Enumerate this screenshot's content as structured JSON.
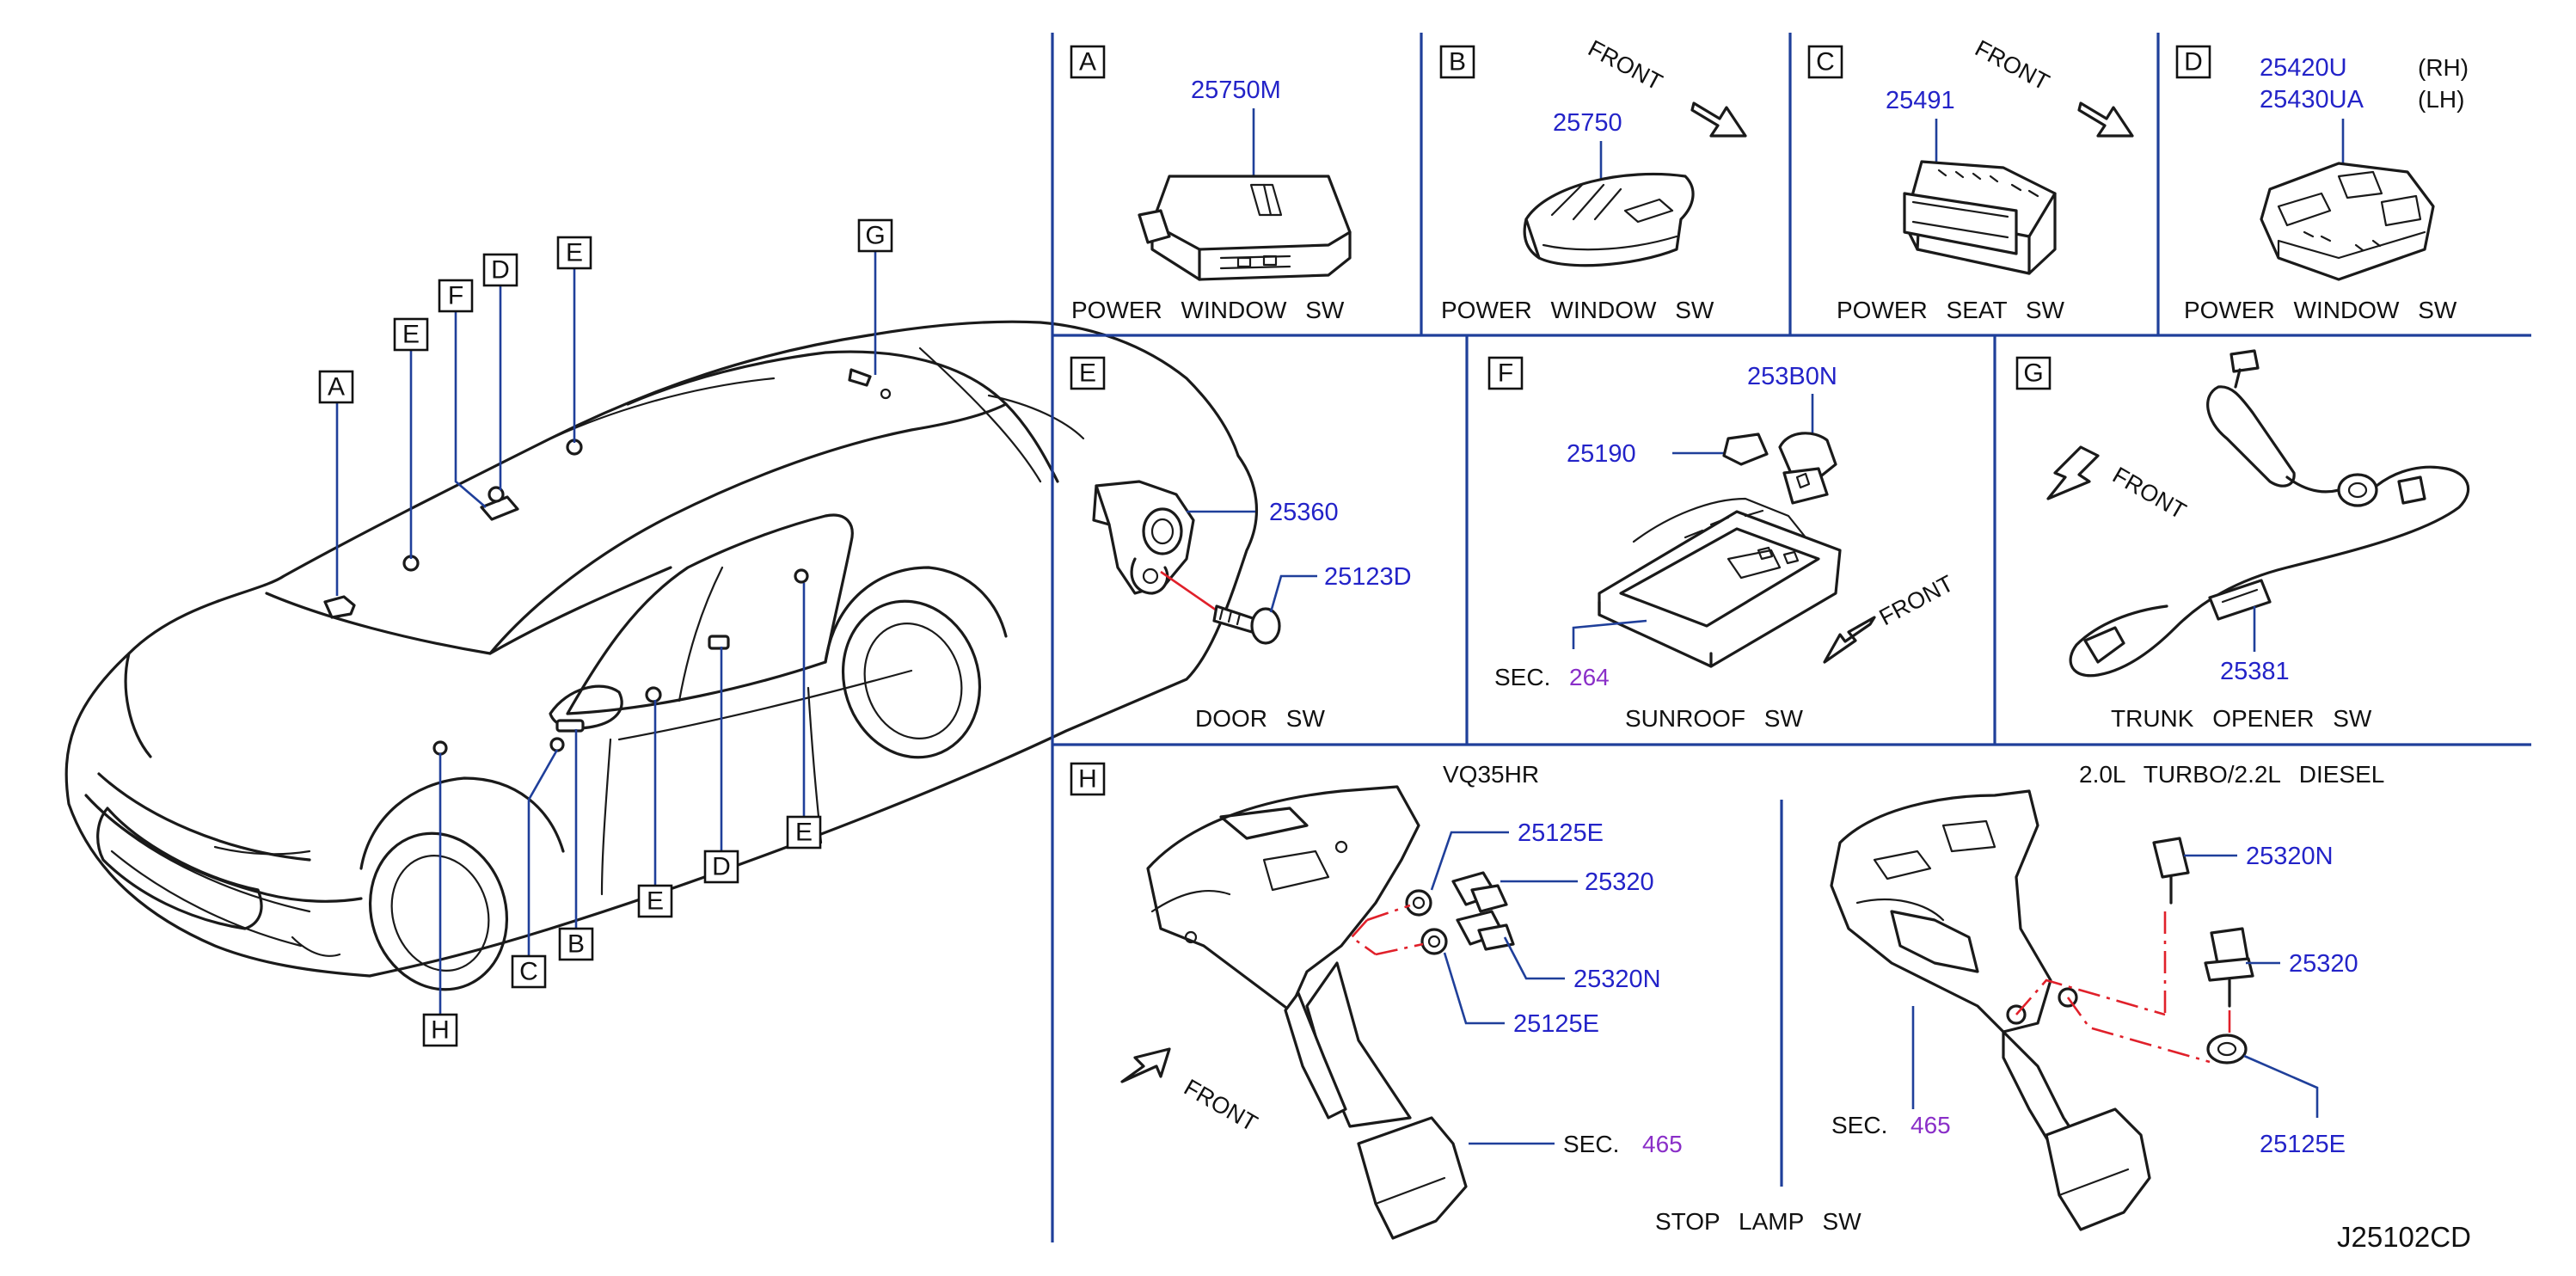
{
  "diagram_code": "J25102CD",
  "front_label": "FRONT",
  "car_callouts": {
    "A": "A",
    "B": "B",
    "C": "C",
    "D1": "D",
    "D2": "D",
    "E1": "E",
    "E2": "E",
    "E3": "E",
    "E4": "E",
    "F": "F",
    "G": "G",
    "H": "H"
  },
  "panels": {
    "A": {
      "letter": "A",
      "part": "25750M",
      "label": "POWER WINDOW SW"
    },
    "B": {
      "letter": "B",
      "part": "25750",
      "label": "POWER WINDOW SW"
    },
    "C": {
      "letter": "C",
      "part": "25491",
      "label": "POWER SEAT SW"
    },
    "D": {
      "letter": "D",
      "part_rh": "25420U",
      "rh": "(RH)",
      "part_lh": "25430UA",
      "lh": "(LH)",
      "label": "POWER WINDOW SW"
    },
    "E": {
      "letter": "E",
      "part1": "25360",
      "part2": "25123D",
      "label": "DOOR SW"
    },
    "F": {
      "letter": "F",
      "part1": "253B0N",
      "part2": "25190",
      "sec": "SEC.",
      "sec_num": "264",
      "label": "SUNROOF SW"
    },
    "G": {
      "letter": "G",
      "part": "25381",
      "label": "TRUNK OPENER SW"
    },
    "H": {
      "letter": "H",
      "left_title": "VQ35HR",
      "right_title": "2.0L TURBO/2.2L DIESEL",
      "left_parts": [
        "25125E",
        "25320",
        "25320N",
        "25125E"
      ],
      "right_parts": [
        "25320N",
        "25320",
        "25125E"
      ],
      "sec": "SEC.",
      "sec_num": "465",
      "label": "STOP LAMP SW"
    }
  }
}
